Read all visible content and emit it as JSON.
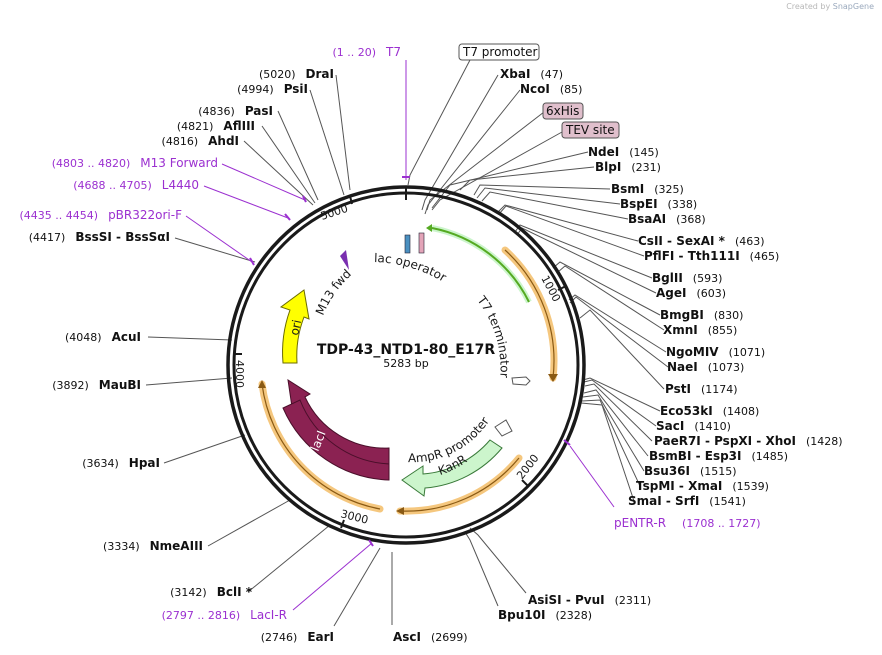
{
  "credit": {
    "prefix": "Created by",
    "brand": "SnapGene"
  },
  "plasmid": {
    "name": "TDP-43_NTD1-80_E17R",
    "size_label": "5283 bp"
  },
  "scale_ticks": [
    "1000",
    "2000",
    "3000",
    "4000",
    "5000"
  ],
  "enzymes_right": [
    {
      "name": "XbaI",
      "pos": "(47)"
    },
    {
      "name": "NcoI",
      "pos": "(85)"
    },
    {
      "name": "NdeI",
      "pos": "(145)"
    },
    {
      "name": "BlpI",
      "pos": "(231)"
    },
    {
      "name": "BsmI",
      "pos": "(325)"
    },
    {
      "name": "BspEI",
      "pos": "(338)"
    },
    {
      "name": "BsaAI",
      "pos": "(368)"
    },
    {
      "name": "CsII  -  SexAI *",
      "pos": "(463)"
    },
    {
      "name": "PflFI  -  Tth111I",
      "pos": "(465)"
    },
    {
      "name": "BglII",
      "pos": "(593)"
    },
    {
      "name": "AgeI",
      "pos": "(603)"
    },
    {
      "name": "BmgBI",
      "pos": "(830)"
    },
    {
      "name": "XmnI",
      "pos": "(855)"
    },
    {
      "name": "NgoMIV",
      "pos": "(1071)"
    },
    {
      "name": "NaeI",
      "pos": "(1073)"
    },
    {
      "name": "PstI",
      "pos": "(1174)"
    },
    {
      "name": "Eco53kI",
      "pos": "(1408)"
    },
    {
      "name": "SacI",
      "pos": "(1410)"
    },
    {
      "name": "PaeR7I  -  PspXI  -  XhoI",
      "pos": "(1428)"
    },
    {
      "name": "BsmBI  -  Esp3I",
      "pos": "(1485)"
    },
    {
      "name": "Bsu36I",
      "pos": "(1515)"
    },
    {
      "name": "TspMI  -  XmaI",
      "pos": "(1539)"
    },
    {
      "name": "SmaI  -  SrfI",
      "pos": "(1541)"
    },
    {
      "name": "AsiSI  -  PvuI",
      "pos": "(2311)"
    },
    {
      "name": "Bpu10I",
      "pos": "(2328)"
    },
    {
      "name": "AscI",
      "pos": "(2699)"
    }
  ],
  "enzymes_left": [
    {
      "name": "DraI",
      "pos": "(5020)"
    },
    {
      "name": "PsiI",
      "pos": "(4994)"
    },
    {
      "name": "PasI",
      "pos": "(4836)"
    },
    {
      "name": "AflIII",
      "pos": "(4821)"
    },
    {
      "name": "AhdI",
      "pos": "(4816)"
    },
    {
      "name": "BssSI  -  BssSαI",
      "pos": "(4417)"
    },
    {
      "name": "AcuI",
      "pos": "(4048)"
    },
    {
      "name": "MauBI",
      "pos": "(3892)"
    },
    {
      "name": "HpaI",
      "pos": "(3634)"
    },
    {
      "name": "NmeAIII",
      "pos": "(3334)"
    },
    {
      "name": "BclI *",
      "pos": "(3142)"
    },
    {
      "name": "EarI",
      "pos": "(2746)"
    }
  ],
  "primers": [
    {
      "name": "T7",
      "range": "(1 .. 20)"
    },
    {
      "name": "M13 Forward",
      "range": "(4803 .. 4820)"
    },
    {
      "name": "L4440",
      "range": "(4688 .. 4705)"
    },
    {
      "name": "pBR322ori-F",
      "range": "(4435 .. 4454)"
    },
    {
      "name": "pENTR-R",
      "range": "(1708 .. 1727)"
    },
    {
      "name": "LacI-R",
      "range": "(2797 .. 2816)"
    }
  ],
  "boxed_features": [
    {
      "label": "T7 promoter"
    },
    {
      "label": "6xHis"
    },
    {
      "label": "TEV site"
    }
  ],
  "inner_features": [
    {
      "label": "lac operator"
    },
    {
      "label": "M13 fwd"
    },
    {
      "label": "T7 terminator"
    },
    {
      "label": "AmpR promoter"
    },
    {
      "label": "KanR"
    },
    {
      "label": "lacI"
    },
    {
      "label": "ori"
    }
  ],
  "colors": {
    "backbone": "#1a1a1a",
    "primer": "#9b30d0",
    "ori": "#ffff00",
    "lacI": "#8b2252",
    "kanR": "#ccf5cc",
    "orf_highlight": "#f5c77e",
    "green_feature": "#55aa22",
    "boxed_fill": "#e0bfcc"
  }
}
